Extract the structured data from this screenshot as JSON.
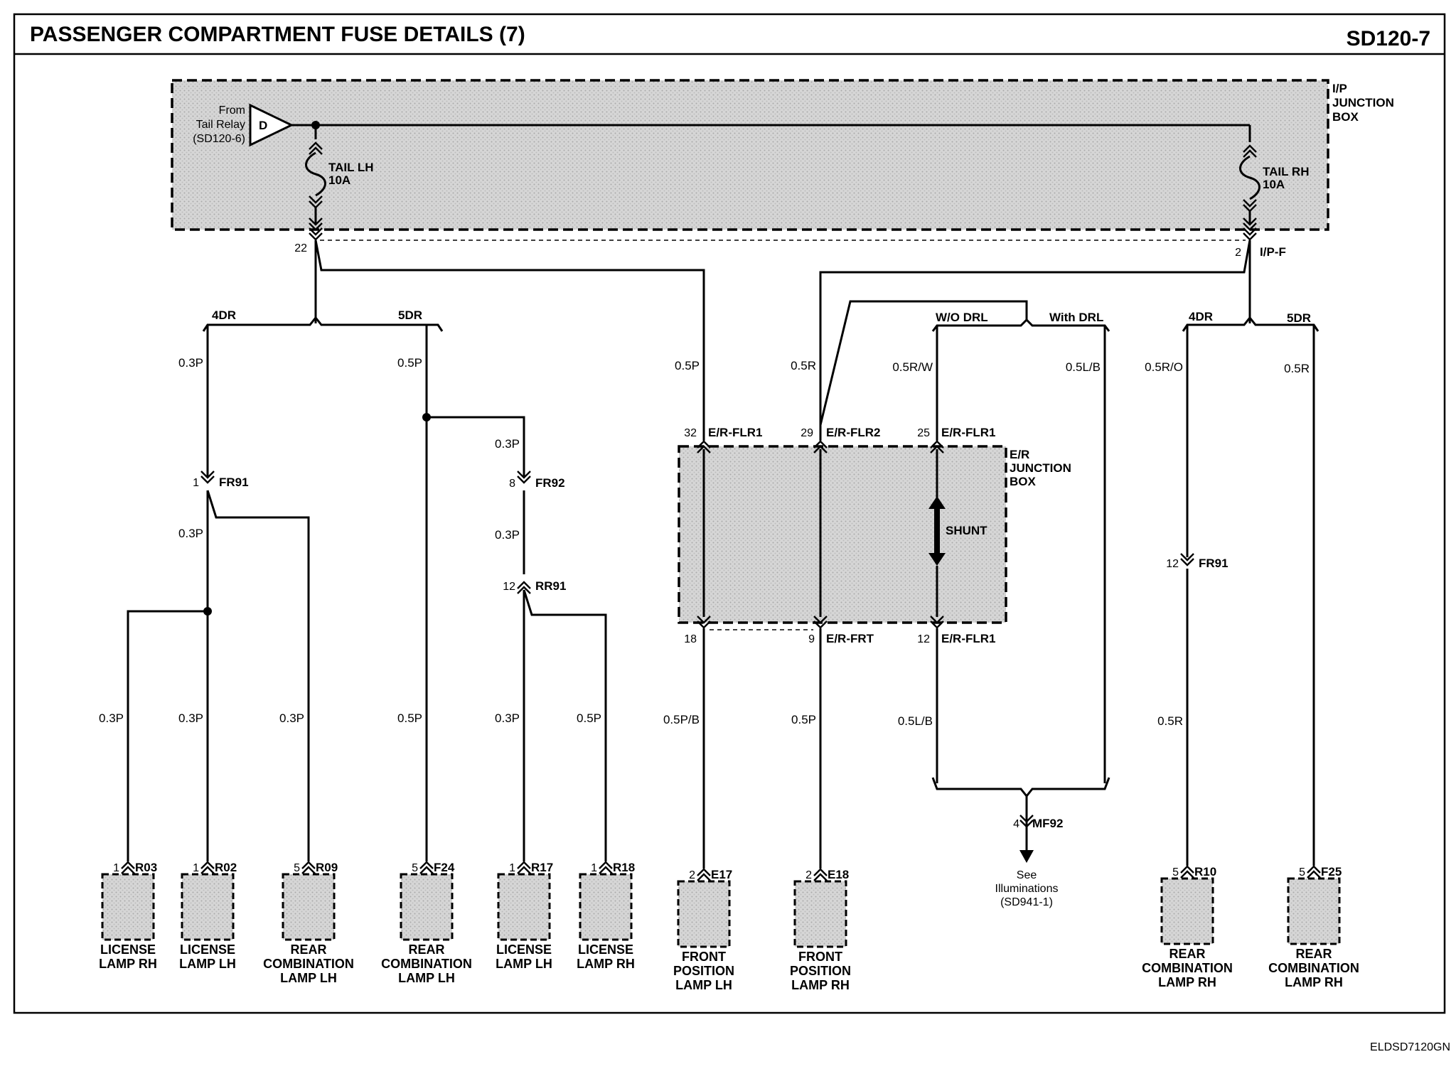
{
  "header": {
    "title": "PASSENGER COMPARTMENT FUSE DETAILS (7)",
    "code": "SD120-7"
  },
  "footer": {
    "id": "ELDSD7120GN"
  },
  "ip_box": {
    "label": [
      "I/P",
      "JUNCTION",
      "BOX"
    ],
    "source": [
      "From",
      "Tail Relay",
      "(SD120-6)"
    ],
    "source_letter": "D"
  },
  "fuses": {
    "left": [
      "TAIL LH",
      "10A"
    ],
    "right": [
      "TAIL RH",
      "10A"
    ]
  },
  "er_box": {
    "label": [
      "E/R",
      "JUNCTION",
      "BOX"
    ],
    "shunt": "SHUNT"
  },
  "branches": {
    "4dr": "4DR",
    "5dr": "5DR",
    "wo_drl": "W/O DRL",
    "with_drl": "With DRL"
  },
  "wires": {
    "w1": "0.3P",
    "w2": "0.5P",
    "w3": "0.3P",
    "w4": "0.3P",
    "w5": "0.3P",
    "w6": "0.3P",
    "w7": "0.3P",
    "w8": "0.5P",
    "w9": "0.5P",
    "w10": "0.3P",
    "w11": "0.3P",
    "w12": "0.5P",
    "w13": "0.5P/B",
    "w14": "0.5R",
    "w15": "0.5P",
    "w16": "0.5R/W",
    "w17": "0.5L/B",
    "w18": "0.5L/B",
    "w19": "0.5R/O",
    "w20": "0.5R",
    "w21": "0.5R"
  },
  "connectors": {
    "c22": "22",
    "c2ipf": "2",
    "ipf": "I/P-F",
    "fr91a_pin": "1",
    "fr91a": "FR91",
    "fr92_pin": "8",
    "fr92": "FR92",
    "rr91_pin": "12",
    "rr91": "RR91",
    "flr1a_pin": "32",
    "flr1a": "E/R-FLR1",
    "flr2_pin": "29",
    "flr2": "E/R-FLR2",
    "flr1b_pin": "25",
    "flr1b": "E/R-FLR1",
    "c18": "18",
    "frt_pin": "9",
    "frt": "E/R-FRT",
    "flr1c_pin": "12",
    "flr1c": "E/R-FLR1",
    "fr91b_pin": "12",
    "fr91b": "FR91",
    "mf92_pin": "4",
    "mf92": "MF92"
  },
  "see": [
    "See",
    "Illuminations",
    "(SD941-1)"
  ],
  "components": [
    {
      "pin": "1",
      "conn": "R03",
      "name": [
        "LICENSE",
        "LAMP RH"
      ]
    },
    {
      "pin": "1",
      "conn": "R02",
      "name": [
        "LICENSE",
        "LAMP LH"
      ]
    },
    {
      "pin": "5",
      "conn": "R09",
      "name": [
        "REAR",
        "COMBINATION",
        "LAMP LH"
      ]
    },
    {
      "pin": "5",
      "conn": "F24",
      "name": [
        "REAR",
        "COMBINATION",
        "LAMP LH"
      ]
    },
    {
      "pin": "1",
      "conn": "R17",
      "name": [
        "LICENSE",
        "LAMP LH"
      ]
    },
    {
      "pin": "1",
      "conn": "R18",
      "name": [
        "LICENSE",
        "LAMP RH"
      ]
    },
    {
      "pin": "2",
      "conn": "E17",
      "name": [
        "FRONT",
        "POSITION",
        "LAMP LH"
      ]
    },
    {
      "pin": "2",
      "conn": "E18",
      "name": [
        "FRONT",
        "POSITION",
        "LAMP RH"
      ]
    },
    {
      "pin": "5",
      "conn": "R10",
      "name": [
        "REAR",
        "COMBINATION",
        "LAMP RH"
      ]
    },
    {
      "pin": "5",
      "conn": "F25",
      "name": [
        "REAR",
        "COMBINATION",
        "LAMP RH"
      ]
    }
  ]
}
